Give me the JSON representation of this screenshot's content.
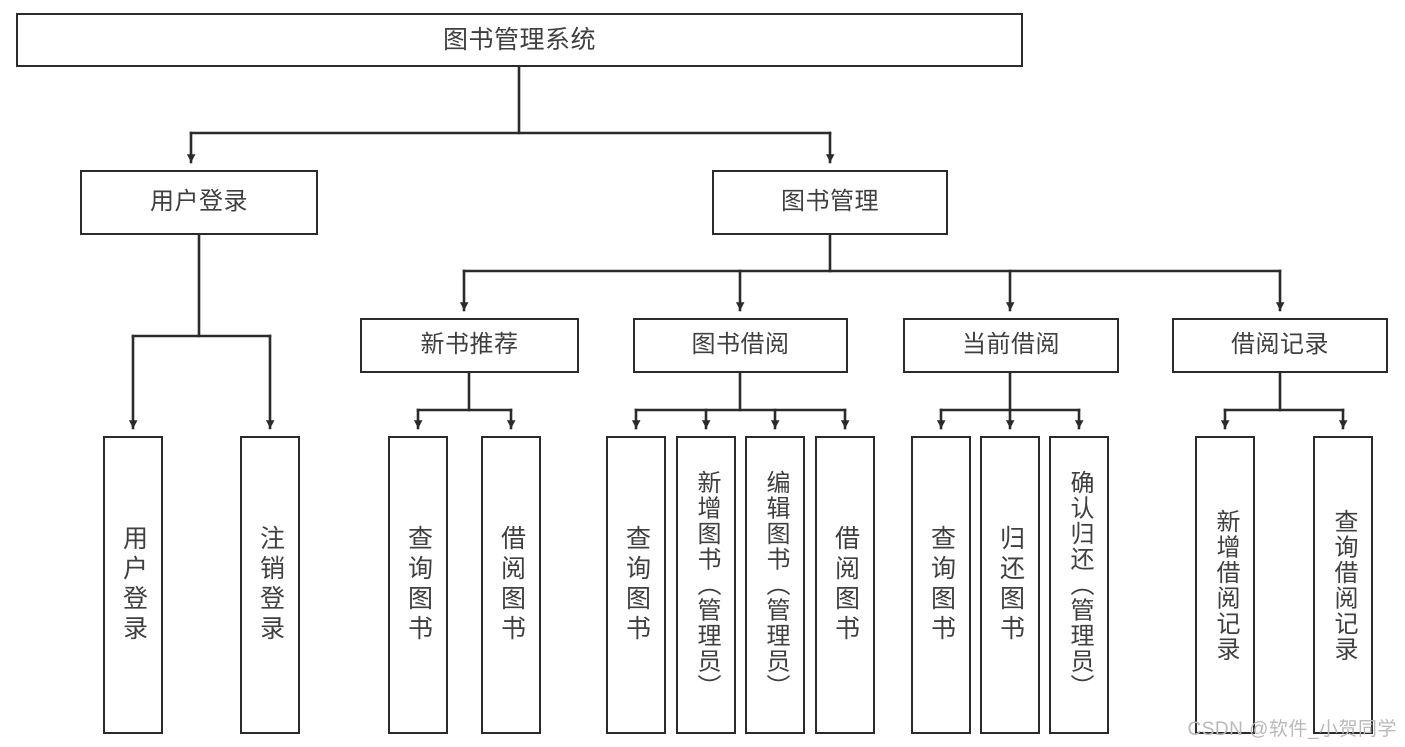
{
  "diagram": {
    "title": "图书管理系统",
    "type": "tree-hierarchy-diagram",
    "colors": {
      "box_border": "#2b2b2b",
      "box_fill": "#ffffff",
      "text": "#3f3f3f",
      "connector": "#2b2b2b",
      "watermark": "#b9b9b9",
      "background": "#ffffff"
    },
    "root": {
      "label": "图书管理系统"
    },
    "level2": [
      {
        "label": "用户登录"
      },
      {
        "label": "图书管理"
      }
    ],
    "level3": [
      {
        "label": "新书推荐"
      },
      {
        "label": "图书借阅"
      },
      {
        "label": "当前借阅"
      },
      {
        "label": "借阅记录"
      }
    ],
    "leaves": {
      "user_login": [
        {
          "label": "用户登录"
        },
        {
          "label": "注销登录"
        }
      ],
      "new_book_recommend": [
        {
          "label": "查询图书"
        },
        {
          "label": "借阅图书"
        }
      ],
      "book_borrow": [
        {
          "label": "查询图书"
        },
        {
          "label": "新增图书（管理员）"
        },
        {
          "label": "编辑图书（管理员）"
        },
        {
          "label": "借阅图书"
        }
      ],
      "current_borrow": [
        {
          "label": "查询图书"
        },
        {
          "label": "归还图书"
        },
        {
          "label": "确认归还（管理员）"
        }
      ],
      "borrow_record": [
        {
          "label": "新增借阅记录"
        },
        {
          "label": "查询借阅记录"
        }
      ]
    }
  },
  "watermark": {
    "text": "CSDN @软件_小贺同学"
  }
}
